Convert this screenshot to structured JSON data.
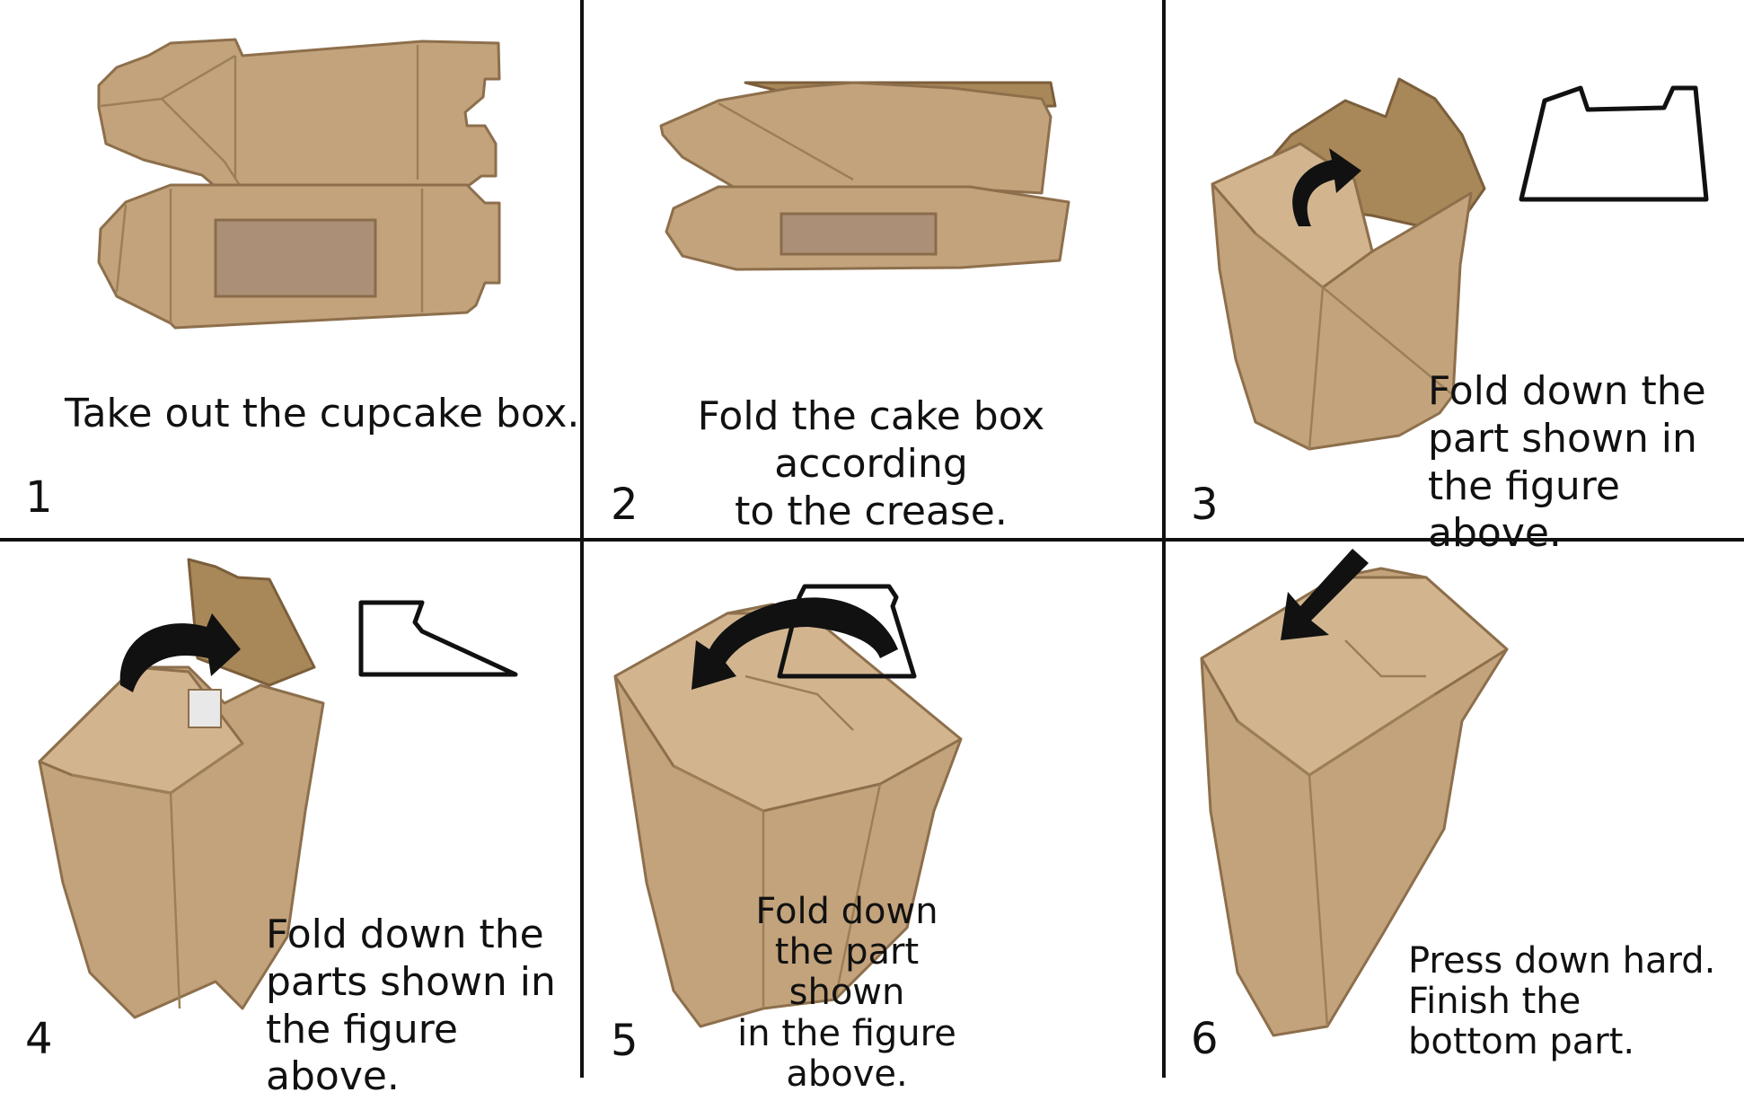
{
  "steps": [
    {
      "number": "1",
      "caption": "Take out the cupcake box."
    },
    {
      "number": "2",
      "caption": "Fold the cake box according\nto the crease."
    },
    {
      "number": "3",
      "caption": "Fold down the\npart shown in\nthe figure above."
    },
    {
      "number": "4",
      "caption": "Fold down the\nparts shown in\nthe figure above."
    },
    {
      "number": "5",
      "caption": "Fold down\nthe part shown\nin the figure\nabove."
    },
    {
      "number": "6",
      "caption": "Press down hard.\nFinish the\nbottom part."
    }
  ],
  "colors": {
    "kraft": "#c3a37c",
    "line": "#111111"
  }
}
